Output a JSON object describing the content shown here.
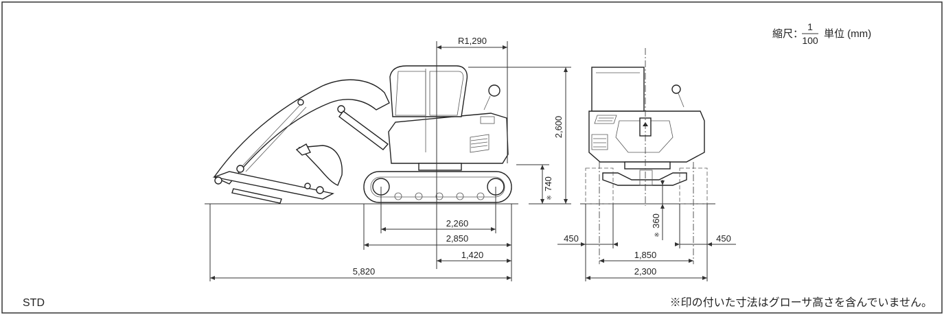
{
  "scale": {
    "label": "縮尺：",
    "numerator": "1",
    "denominator": "100",
    "unit": "単位 (mm)"
  },
  "variant": "STD",
  "note": "※印の付いた寸法はグローサ高さを含んでいません。",
  "dimensions": {
    "radius": "R1,290",
    "height": "2,600",
    "clearance": "740",
    "clearance_mark": "※",
    "ground_clearance": "360",
    "ground_mark": "※",
    "tumbler": "2,260",
    "crawler_length": "2,850",
    "tail": "1,420",
    "overall_length": "5,820",
    "shoe_left": "450",
    "shoe_right": "450",
    "gauge": "1,850",
    "overall_width": "2,300"
  }
}
